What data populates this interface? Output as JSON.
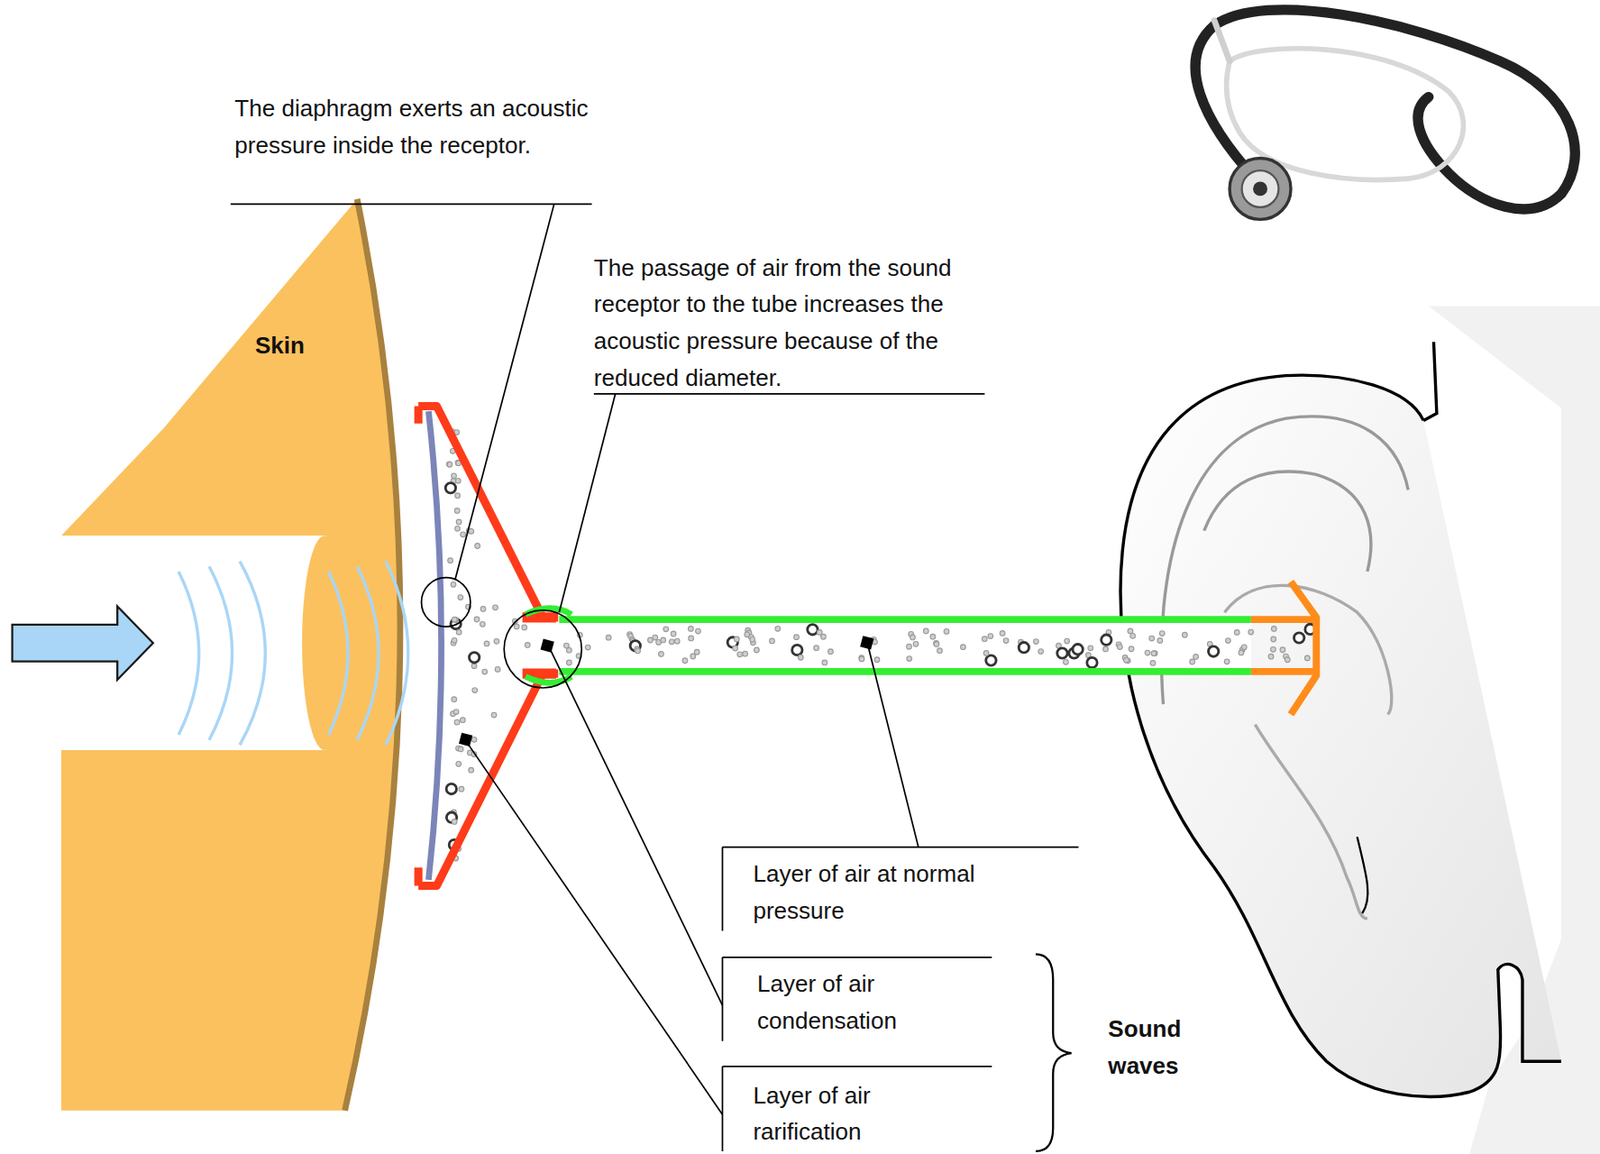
{
  "diagram": {
    "labels": [
      "The diaphragm exerts an acoustic pressure inside the receptor.",
      "The passage of air from the sound receptor to the tube increases the acoustic pressure because of the reduced diameter.",
      "Skin",
      "Layer of air at normal pressure",
      "Layer of air condensation",
      "Layer of air rarification",
      "Sound waves"
    ]
  }
}
